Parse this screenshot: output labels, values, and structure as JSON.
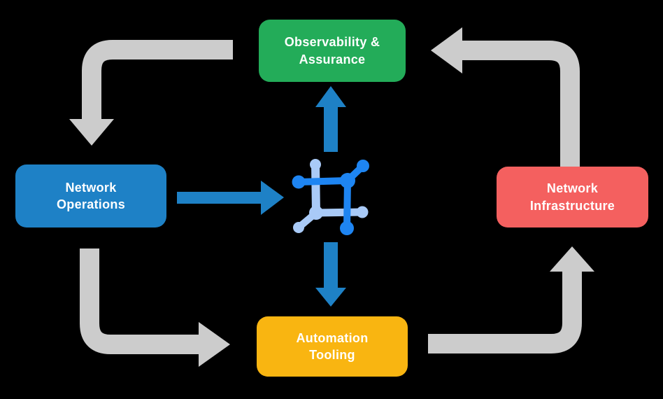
{
  "nodes": {
    "observability": {
      "label": "Observability &\nAssurance",
      "color": "#23AC59"
    },
    "operations": {
      "label": "Network\nOperations",
      "color": "#1E81C6"
    },
    "infrastructure": {
      "label": "Network\nInfrastructure",
      "color": "#F4605F"
    },
    "tooling": {
      "label": "Automation\nTooling",
      "color": "#F9B511"
    }
  },
  "center": {
    "icon": "network-platform-icon"
  },
  "edges": [
    {
      "from": "Observability & Assurance",
      "to": "Network Operations",
      "style": "gray-cycle"
    },
    {
      "from": "Network Operations",
      "to": "Automation Tooling",
      "style": "gray-cycle"
    },
    {
      "from": "Automation Tooling",
      "to": "Network Infrastructure",
      "style": "gray-cycle"
    },
    {
      "from": "Network Infrastructure",
      "to": "Observability & Assurance",
      "style": "gray-cycle"
    },
    {
      "from": "Network Operations",
      "to": "central-platform",
      "style": "blue"
    },
    {
      "from": "central-platform",
      "to": "Observability & Assurance",
      "style": "blue"
    },
    {
      "from": "central-platform",
      "to": "Automation Tooling",
      "style": "blue"
    }
  ],
  "colors": {
    "background": "#000000",
    "arrow_gray": "#CCCCCC",
    "arrow_blue": "#1E81C6",
    "icon_bright": "#1E85F2",
    "icon_light": "#A9CAF7"
  }
}
